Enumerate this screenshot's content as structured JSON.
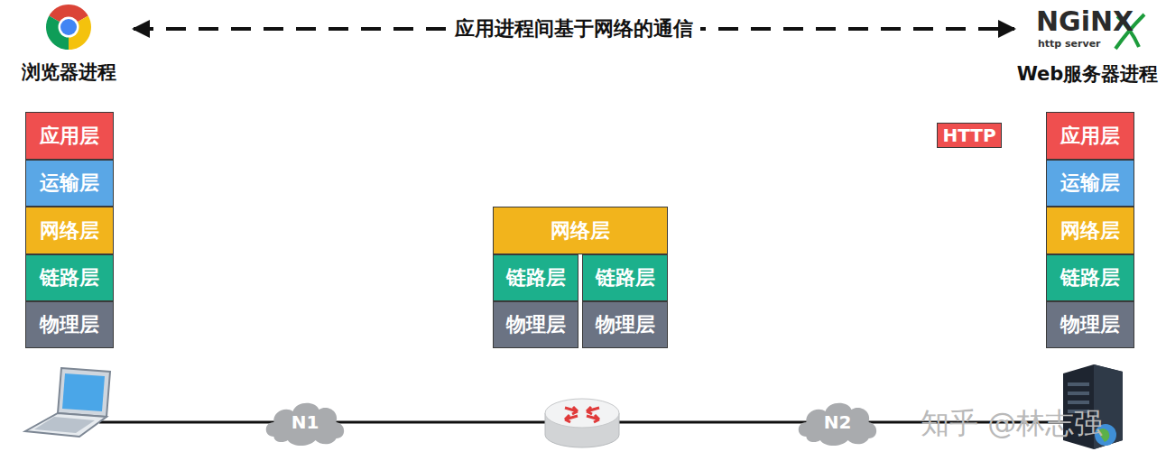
{
  "diagram": {
    "nodes": [
      {
        "text": [
          "浏览器进程"
        ]
      },
      {
        "text": [
          "Web服务器进程"
        ]
      },
      {
        "text": [
          "应用层"
        ]
      },
      {
        "text": [
          "运输层"
        ]
      },
      {
        "text": [
          "网络层"
        ]
      },
      {
        "text": [
          "链路层"
        ]
      },
      {
        "text": [
          "物理层"
        ]
      },
      {
        "text": [
          "网络层"
        ]
      },
      {
        "text": [
          "链路层"
        ]
      },
      {
        "text": [
          "链路层"
        ]
      },
      {
        "text": [
          "物理层"
        ]
      },
      {
        "text": [
          "物理层"
        ]
      },
      {
        "text": [
          "HTTP"
        ]
      },
      {
        "text": [
          "应用层"
        ]
      },
      {
        "text": [
          "运输层"
        ]
      },
      {
        "text": [
          "网络层"
        ]
      },
      {
        "text": [
          "链路层"
        ]
      },
      {
        "text": [
          "物理层"
        ]
      },
      {
        "text": [
          "N1"
        ]
      },
      {
        "text": [
          "N2"
        ]
      }
    ],
    "edges": [
      {
        "from": 0,
        "to": 1,
        "arrow": "both",
        "label": "应用进程间基于网络的通信"
      }
    ],
    "labels": [
      "NGiNX",
      "http server",
      "知乎 @林志强"
    ]
  }
}
